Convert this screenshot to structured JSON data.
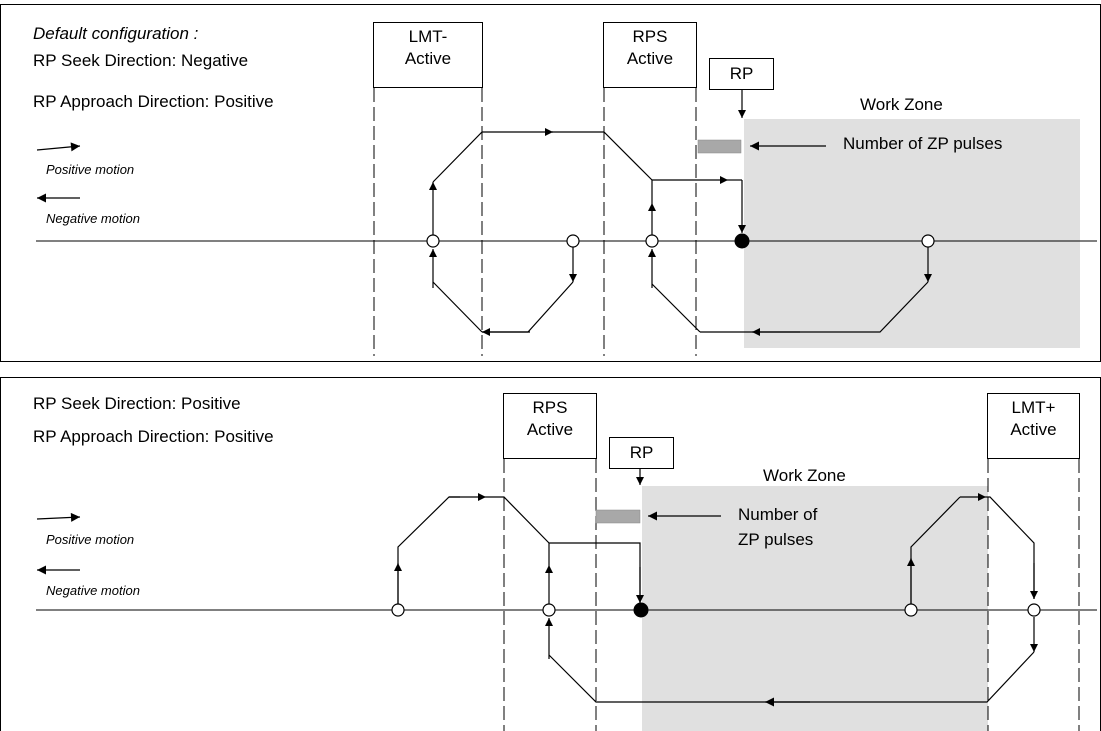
{
  "top_panel": {
    "config_heading": "Default configuration :",
    "seek_direction": "RP Seek Direction: Negative",
    "approach_direction": "RP Approach Direction: Positive",
    "positive_motion": "Positive motion",
    "negative_motion": "Negative motion",
    "lmt_box": {
      "line1": "LMT-",
      "line2": "Active"
    },
    "rps_box": {
      "line1": "RPS",
      "line2": "Active"
    },
    "rp_box": "RP",
    "work_zone": "Work Zone",
    "zp_label": "Number of ZP pulses"
  },
  "bottom_panel": {
    "seek_direction": "RP Seek Direction: Positive",
    "approach_direction": "RP Approach Direction: Positive",
    "positive_motion": "Positive motion",
    "negative_motion": "Negative motion",
    "rps_box": {
      "line1": "RPS",
      "line2": "Active"
    },
    "rp_box": "RP",
    "lmt_box": {
      "line1": "LMT+",
      "line2": "Active"
    },
    "work_zone": "Work Zone",
    "zp_label": {
      "line1": "Number of",
      "line2": "ZP pulses"
    }
  },
  "colors": {
    "work_zone_fill": "#e0e0e0",
    "line": "#000000",
    "zp_pulse_fill": "#a8a8a8"
  }
}
